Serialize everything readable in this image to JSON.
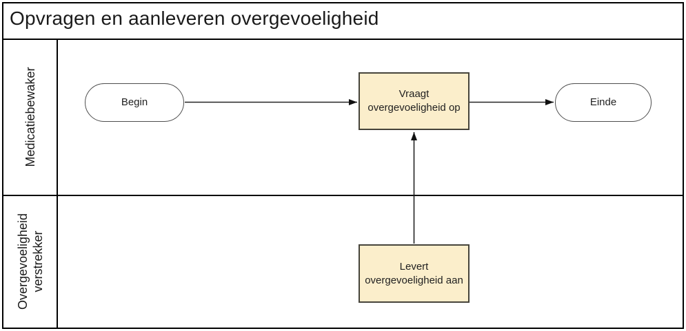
{
  "diagram": {
    "title": "Opvragen en aanleveren overgevoeligheid",
    "lanes": [
      {
        "label_lines": [
          "Medicatiebewaker"
        ]
      },
      {
        "label_lines": [
          "Overgevoeligheid",
          "verstrekker"
        ]
      }
    ],
    "nodes": {
      "begin": {
        "type": "start",
        "label": "Begin"
      },
      "vraagt_overgevoeligheid_op": {
        "type": "task",
        "lines": [
          "Vraagt",
          "overgevoeligheid op"
        ]
      },
      "einde": {
        "type": "end",
        "label": "Einde"
      },
      "levert_overgevoeligheid_aan": {
        "type": "task",
        "lines": [
          "Levert",
          "overgevoeligheid aan"
        ]
      }
    },
    "flows": [
      {
        "from": "begin",
        "to": "vraagt_overgevoeligheid_op",
        "direction": "right"
      },
      {
        "from": "vraagt_overgevoeligheid_op",
        "to": "einde",
        "direction": "right"
      },
      {
        "from": "levert_overgevoeligheid_aan",
        "to": "vraagt_overgevoeligheid_op",
        "direction": "up"
      }
    ],
    "colors": {
      "task_fill": "#FBEECB",
      "task_border": "#45433A",
      "shape_border": "#4D4D4D",
      "frame_line": "#000000",
      "text": "#1F1F1F"
    }
  }
}
